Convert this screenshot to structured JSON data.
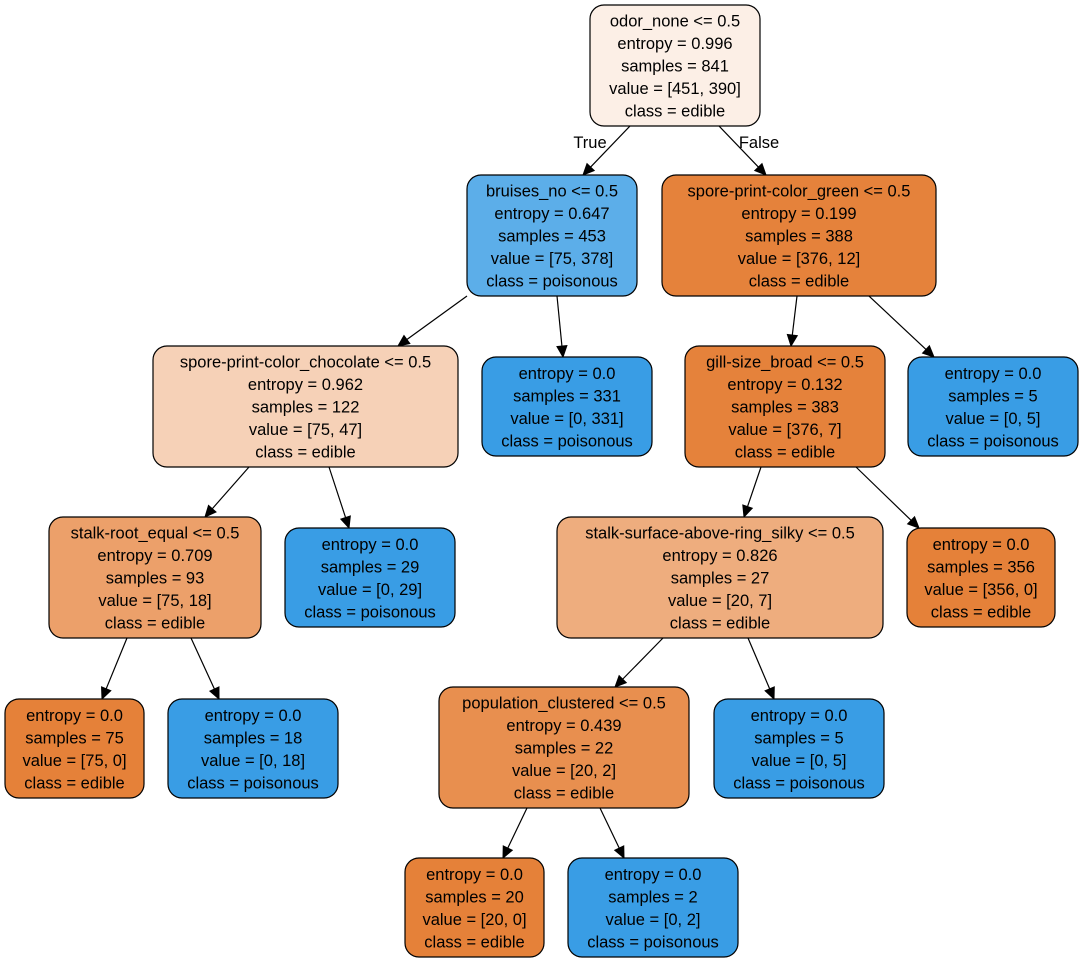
{
  "node_colors": {
    "edible_strong": "#e58139",
    "edible_dark": "#e5823b",
    "edible_med": "#e88f4f",
    "edible_medlight": "#eca06a",
    "edible_light": "#eead7e",
    "edible_pale": "#f6d1b7",
    "edible_faint": "#fcefe6",
    "poisonous_strong": "#399de5",
    "poisonous_light": "#5caee9"
  },
  "nodes": {
    "n0": {
      "color": "edible_faint",
      "lines": [
        "odor_none <= 0.5",
        "entropy = 0.996",
        "samples = 841",
        "value = [451, 390]",
        "class = edible"
      ]
    },
    "n1": {
      "color": "poisonous_light",
      "lines": [
        "bruises_no <= 0.5",
        "entropy = 0.647",
        "samples = 453",
        "value = [75, 378]",
        "class = poisonous"
      ]
    },
    "n2": {
      "color": "edible_pale",
      "lines": [
        "spore-print-color_chocolate <= 0.5",
        "entropy = 0.962",
        "samples = 122",
        "value = [75, 47]",
        "class = edible"
      ]
    },
    "n3": {
      "color": "edible_medlight",
      "lines": [
        "stalk-root_equal <= 0.5",
        "entropy = 0.709",
        "samples = 93",
        "value = [75, 18]",
        "class = edible"
      ]
    },
    "n4": {
      "color": "edible_strong",
      "lines": [
        "entropy = 0.0",
        "samples = 75",
        "value = [75, 0]",
        "class = edible"
      ]
    },
    "n5": {
      "color": "poisonous_strong",
      "lines": [
        "entropy = 0.0",
        "samples = 18",
        "value = [0, 18]",
        "class = poisonous"
      ]
    },
    "n6": {
      "color": "poisonous_strong",
      "lines": [
        "entropy = 0.0",
        "samples = 29",
        "value = [0, 29]",
        "class = poisonous"
      ]
    },
    "n7": {
      "color": "poisonous_strong",
      "lines": [
        "entropy = 0.0",
        "samples = 331",
        "value = [0, 331]",
        "class = poisonous"
      ]
    },
    "n8": {
      "color": "edible_dark",
      "lines": [
        "spore-print-color_green <= 0.5",
        "entropy = 0.199",
        "samples = 388",
        "value = [376, 12]",
        "class = edible"
      ]
    },
    "n9": {
      "color": "edible_dark",
      "lines": [
        "gill-size_broad <= 0.5",
        "entropy = 0.132",
        "samples = 383",
        "value = [376, 7]",
        "class = edible"
      ]
    },
    "n10": {
      "color": "edible_light",
      "lines": [
        "stalk-surface-above-ring_silky <= 0.5",
        "entropy = 0.826",
        "samples = 27",
        "value = [20, 7]",
        "class = edible"
      ]
    },
    "n11": {
      "color": "edible_med",
      "lines": [
        "population_clustered <= 0.5",
        "entropy = 0.439",
        "samples = 22",
        "value = [20, 2]",
        "class = edible"
      ]
    },
    "n12": {
      "color": "edible_strong",
      "lines": [
        "entropy = 0.0",
        "samples = 20",
        "value = [20, 0]",
        "class = edible"
      ]
    },
    "n13": {
      "color": "poisonous_strong",
      "lines": [
        "entropy = 0.0",
        "samples = 2",
        "value = [0, 2]",
        "class = poisonous"
      ]
    },
    "n14": {
      "color": "poisonous_strong",
      "lines": [
        "entropy = 0.0",
        "samples = 5",
        "value = [0, 5]",
        "class = poisonous"
      ]
    },
    "n15": {
      "color": "edible_strong",
      "lines": [
        "entropy = 0.0",
        "samples = 356",
        "value = [356, 0]",
        "class = edible"
      ]
    },
    "n16": {
      "color": "poisonous_strong",
      "lines": [
        "entropy = 0.0",
        "samples = 5",
        "value = [0, 5]",
        "class = poisonous"
      ]
    }
  },
  "edge_labels": {
    "true_label": "True",
    "false_label": "False"
  }
}
